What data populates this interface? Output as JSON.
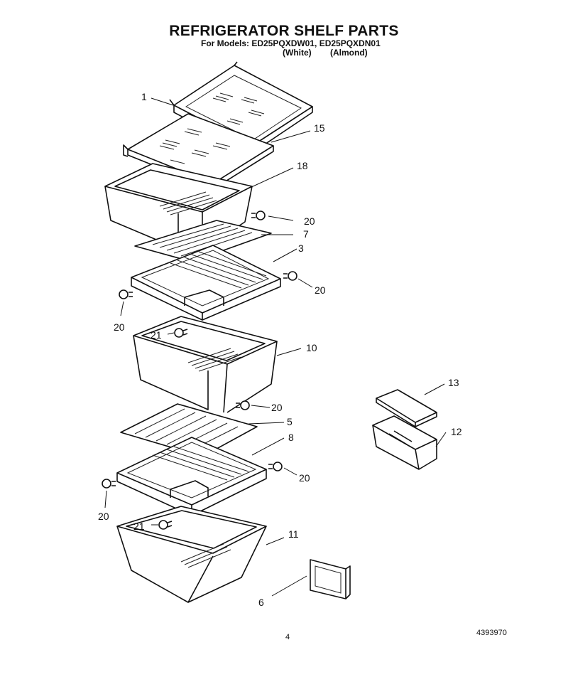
{
  "header": {
    "title": "REFRIGERATOR SHELF PARTS",
    "models_line": "For Models: ED25PQXDW01, ED25PQXDN01",
    "color_white": "(White)",
    "color_almond": "(Almond)"
  },
  "callouts": {
    "p1": "1",
    "p15": "15",
    "p18": "18",
    "p20a": "20",
    "p7": "7",
    "p3": "3",
    "p20b": "20",
    "p20c": "20",
    "p21a": "21",
    "p10": "10",
    "p13": "13",
    "p20d": "20",
    "p5": "5",
    "p12": "12",
    "p8": "8",
    "p20e": "20",
    "p20f": "20",
    "p21b": "21",
    "p11": "11",
    "p6": "6"
  },
  "footer": {
    "page_number": "4",
    "doc_number": "4393970"
  }
}
